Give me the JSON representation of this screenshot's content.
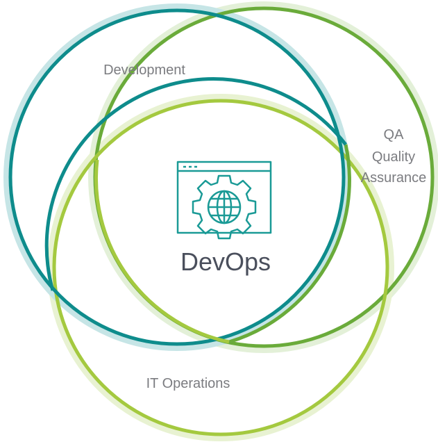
{
  "diagram": {
    "center": {
      "label": "DevOps",
      "icon": "browser-gear-globe-icon"
    },
    "circles": [
      {
        "id": "development",
        "label_lines": [
          "Development"
        ],
        "color": "#0e8c8c",
        "light_color": "#a7d7d8"
      },
      {
        "id": "qa",
        "label_lines": [
          "QA",
          "Quality",
          "Assurance"
        ],
        "color": "#6aab3a",
        "light_color": "#d4e9c4"
      },
      {
        "id": "it-operations",
        "label_lines": [
          "IT Operations"
        ],
        "color": "#9cc43a",
        "light_color": "#dfeec0"
      }
    ],
    "icon_color": "#1a9a96"
  }
}
